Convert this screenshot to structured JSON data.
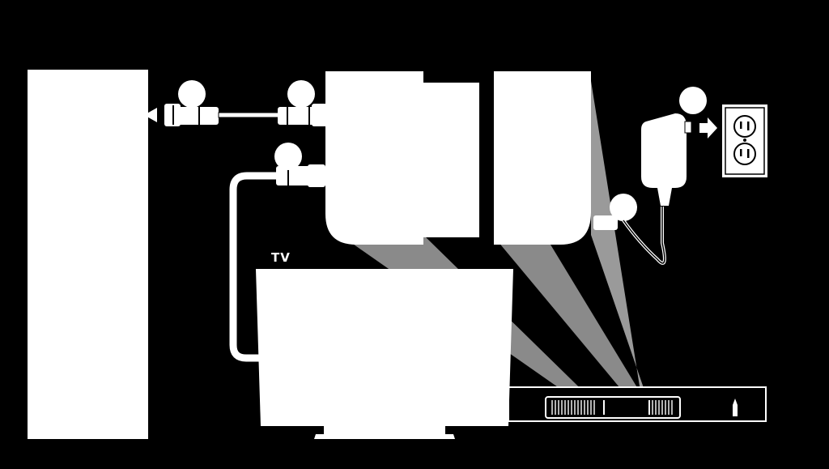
{
  "diagram": {
    "labels": {
      "tv": "TV"
    },
    "components": [
      "tall-cabinet",
      "input-device",
      "output-device",
      "power-adapter",
      "wall-outlet",
      "tv",
      "soundbar"
    ],
    "icons": [
      "hdmi-cable-icon",
      "power-plug-icon",
      "arrow-right-icon",
      "arrow-left-icon"
    ],
    "colors": {
      "background": "#000000",
      "foreground": "#ffffff",
      "beam": "#8a8a8a"
    }
  }
}
